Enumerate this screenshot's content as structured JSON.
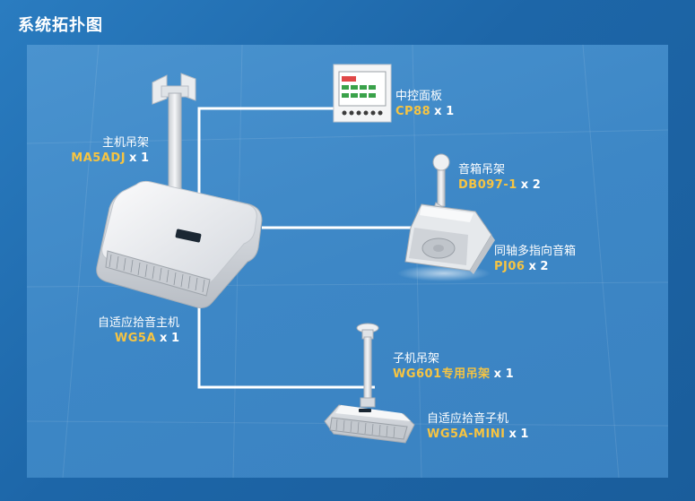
{
  "title": "系统拓扑图",
  "colors": {
    "background": "#1f6fb2",
    "panel": "#3d87c6",
    "model_text": "#f6c442",
    "line": "#ffffff"
  },
  "nodes": {
    "host_bracket": {
      "name": "主机吊架",
      "model": "MA5ADJ",
      "qty": "x 1"
    },
    "host": {
      "name": "自适应拾音主机",
      "model": "WG5A",
      "qty": "x 1"
    },
    "control_panel": {
      "name": "中控面板",
      "model": "CP88",
      "qty": "x 1"
    },
    "speaker_bracket": {
      "name": "音箱吊架",
      "model": "DB097-1",
      "qty": "x 2"
    },
    "speaker": {
      "name": "同轴多指向音箱",
      "model": "PJ06",
      "qty": "x 2"
    },
    "sub_bracket": {
      "name": "子机吊架",
      "model": "WG601专用吊架",
      "qty": "x 1"
    },
    "sub_unit": {
      "name": "自适应拾音子机",
      "model": "WG5A-MINI",
      "qty": "x 1"
    }
  }
}
